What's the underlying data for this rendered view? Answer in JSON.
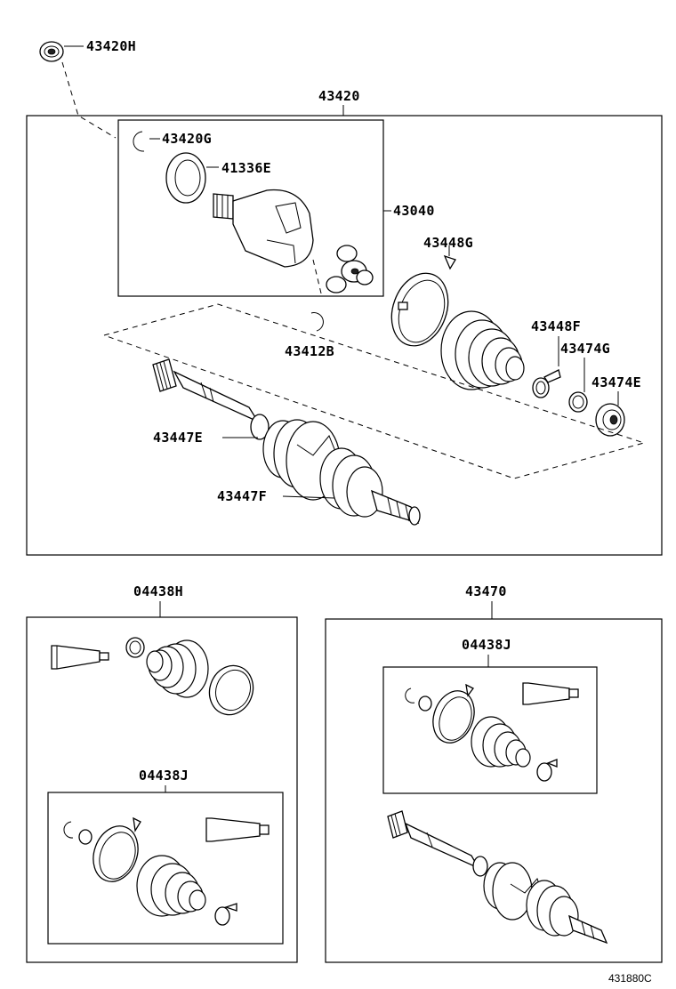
{
  "diagram": {
    "footer_code": "431880C",
    "labels": {
      "p43420H": "43420H",
      "p43420": "43420",
      "p43420G": "43420G",
      "p41336E": "41336E",
      "p43040": "43040",
      "p43448G": "43448G",
      "p43412B": "43412B",
      "p43448F": "43448F",
      "p43474G": "43474G",
      "p43474E": "43474E",
      "p43447E": "43447E",
      "p43447F": "43447F",
      "p04438H": "04438H",
      "p43470": "43470",
      "p04438J_right": "04438J",
      "p04438J_left": "04438J"
    }
  }
}
